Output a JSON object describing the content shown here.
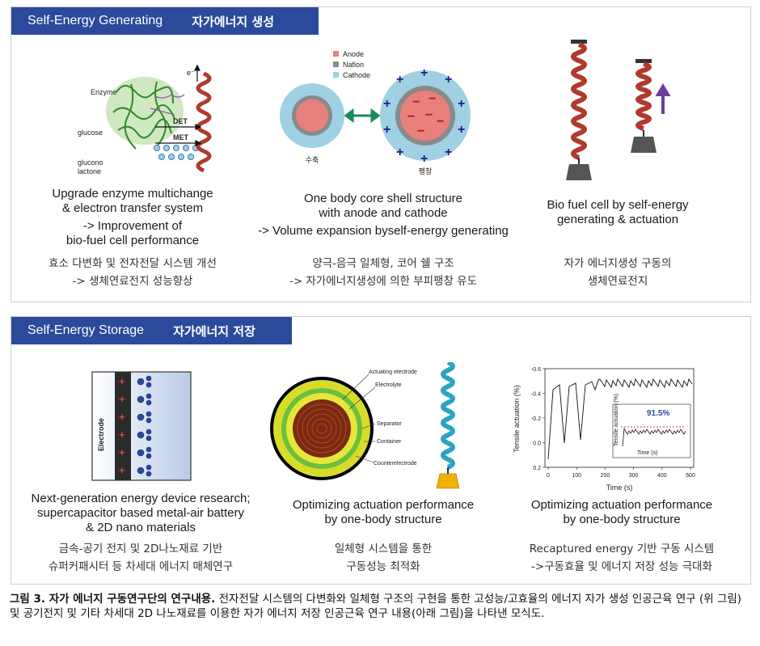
{
  "gen": {
    "header_en": "Self-Energy Generating",
    "header_ko": "자가에너지 생성",
    "fig1": {
      "enzyme": "Enzyme",
      "glucose": "glucose",
      "glucono": "glucono",
      "lactone": "lactone",
      "det": "DET",
      "met": "MET",
      "e": "e⁻"
    },
    "fig2": {
      "legend": [
        "Anode",
        "Nafion",
        "Cathode"
      ],
      "shrink": "수축",
      "expand": "팽창"
    },
    "cap1_en": [
      "Upgrade enzyme multichange",
      "& electron transfer system",
      "-> Improvement of",
      "bio-fuel cell performance"
    ],
    "cap1_ko": [
      "효소 다변화 및 전자전달 시스템 개선",
      "-> 생체연료전지 성능향상"
    ],
    "cap2_en": [
      "One body core shell structure",
      "with anode and cathode",
      "-> Volume expansion byself-energy generating"
    ],
    "cap2_ko": [
      "양극-음극 일체형, 코어 쉘 구조",
      "-> 자가에너지생성에 의한 부피팽창 유도"
    ],
    "cap3_en": [
      "Bio fuel cell by self-energy",
      "generating & actuation"
    ],
    "cap3_ko": [
      "자가 에너지생성 구동의",
      "생체연료전지"
    ]
  },
  "sto": {
    "header_en": "Self-Energy Storage",
    "header_ko": "자가에너지 저장",
    "fig1": {
      "electrode": "Electrode"
    },
    "fig2": {
      "labels": [
        "Actuating electrode",
        "Electrolyte",
        "Separator",
        "Container",
        "Counterelectrode"
      ]
    },
    "cap1_en": [
      "Next-generation energy device research;",
      "supercapacitor based metal-air battery",
      "& 2D nano materials"
    ],
    "cap1_ko": [
      "금속-공기 전지 및 2D나노재료 기반",
      "슈퍼커패시터 등 차세대 에너지 매체연구"
    ],
    "cap2_en": [
      "Optimizing actuation performance",
      "by one-body structure"
    ],
    "cap2_ko": [
      "일체형 시스템을 통한",
      "구동성능 최적화"
    ],
    "cap3_en": [
      "Optimizing actuation performance",
      "by one-body structure"
    ],
    "cap3_ko": [
      "Recaptured energy 기반 구동 시스템",
      "->구동효율 및 에너지 저장 성능 극대화"
    ]
  },
  "chart_data": {
    "type": "line",
    "xlabel": "Time (s)",
    "ylabel": "Tensile actuation (%)",
    "xlim": [
      0,
      500
    ],
    "ylim": [
      0.2,
      -0.6
    ],
    "x_ticks": [
      "0",
      "100",
      "200",
      "300",
      "400",
      "500"
    ],
    "y_ticks": [
      "-0.6",
      "-0.4",
      "-0.2",
      "0.0",
      "0.2"
    ],
    "annotation": "91.5%",
    "inset": {
      "xlabel": "Time (s)",
      "ylabel": "Tensile actuation (%)"
    }
  },
  "caption": {
    "bold": "그림 3. 자가 에너지 구동연구단의 연구내용.",
    "text": " 전자전달 시스템의 다변화와 일체형 구조의 구현을 통한 고성능/고효율의 에너지 자가 생성 인공근육 연구 (위 그림) 및 공기전지 및 기타 차세대 2D 나노재료를 이용한 자가 에너지 저장 인공근육 연구 내용(아래 그림)을 나타낸 모식도."
  },
  "colors": {
    "header": "#2b4a9b",
    "coil": "#c0392b",
    "arrow": "#6a3d9a",
    "cathode": "#9fd0e3",
    "nafion": "#8a8a8a",
    "anode": "#e8807c"
  }
}
